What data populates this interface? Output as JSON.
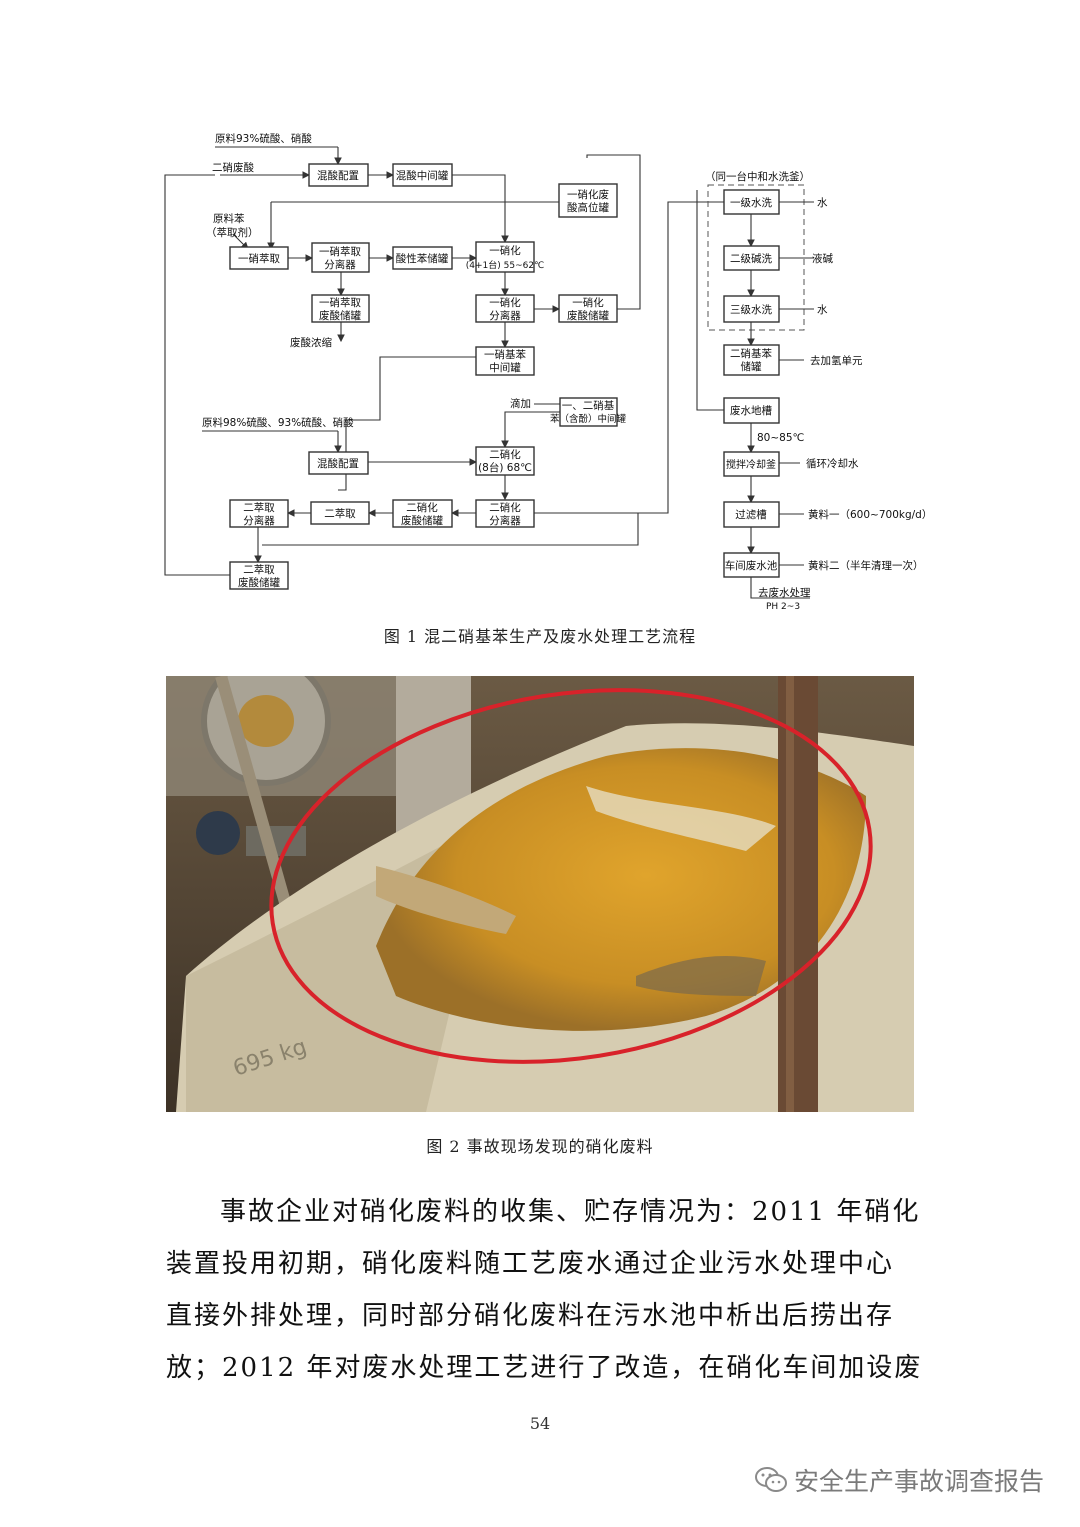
{
  "flowchart": {
    "nodes": {
      "raw_acid1": "原料93%硫酸、硝酸",
      "spent2": "二硝废酸",
      "mix1": "混酸配置",
      "mix_mid": "混酸中间罐",
      "hi_tank": [
        "一硝化废",
        "酸高位罐"
      ],
      "raw_benzene": [
        "原料苯",
        "（萃取剂）"
      ],
      "ext1": "一硝萃取",
      "sep1": [
        "一硝萃取",
        "分离器"
      ],
      "acid_bz": "酸性苯储罐",
      "nit1": [
        "一硝化",
        "(4+1台) 55~62℃"
      ],
      "spent_store1": [
        "一硝萃取",
        "废酸储罐"
      ],
      "conc": "废酸浓缩",
      "sep_nit1": [
        "一硝化",
        "分离器"
      ],
      "spent_nit1": [
        "一硝化",
        "废酸储罐"
      ],
      "mnb_mid": [
        "一硝基苯",
        "中间罐"
      ],
      "dropin": "滴加",
      "dnb_mid": [
        "一、二硝基",
        "苯（含酚）中间罐"
      ],
      "raw_acid2": "原料98%硫酸、93%硫酸、硝酸",
      "mix2": "混酸配置",
      "nit2": [
        "二硝化",
        "(8台) 68℃"
      ],
      "ext2_sep": [
        "二萃取",
        "分离器"
      ],
      "ext2": "二萃取",
      "spent_nit2": [
        "二硝化",
        "废酸储罐"
      ],
      "sep_nit2": [
        "二硝化",
        "分离器"
      ],
      "ext2_spent": [
        "二萃取",
        "废酸储罐"
      ],
      "same_kettle": "（同一台中和水洗釜）",
      "wash1": "一级水洗",
      "water1": "水",
      "alk": "二级碱洗",
      "lye": "液碱",
      "wash3": "三级水洗",
      "water3": "水",
      "dnb_store": [
        "二硝基苯",
        "储罐"
      ],
      "to_h2": "去加氢单元",
      "trench": "废水地槽",
      "temp": "80~85℃",
      "cool": "搅拌冷却釜",
      "cw": "循环冷却水",
      "filter": "过滤槽",
      "yellow1": "黄料一（600~700kg/d）",
      "pool": "车间废水池",
      "yellow2": "黄料二（半年清理一次）",
      "to_ww": "去废水处理",
      "ph": "PH 2~3"
    }
  },
  "captions": {
    "fig1": "图 1   混二硝基苯生产及废水处理工艺流程",
    "fig2": "图 2   事故现场发现的硝化废料"
  },
  "photo": {
    "text_on_bag": "695 kg"
  },
  "paragraph": {
    "lines": [
      "事故企业对硝化废料的收集、贮存情况为：2011 年硝化",
      "装置投用初期，硝化废料随工艺废水通过企业污水处理中心",
      "直接外排处理，同时部分硝化废料在污水池中析出后捞出存",
      "放；2012 年对废水处理工艺进行了改造，在硝化车间加设废"
    ]
  },
  "page_number": "54",
  "watermark": {
    "text": "安全生产事故调查报告",
    "icon": "wechat-icon"
  },
  "colors": {
    "circle": "#d8222a",
    "waste": "#d49a2a"
  }
}
